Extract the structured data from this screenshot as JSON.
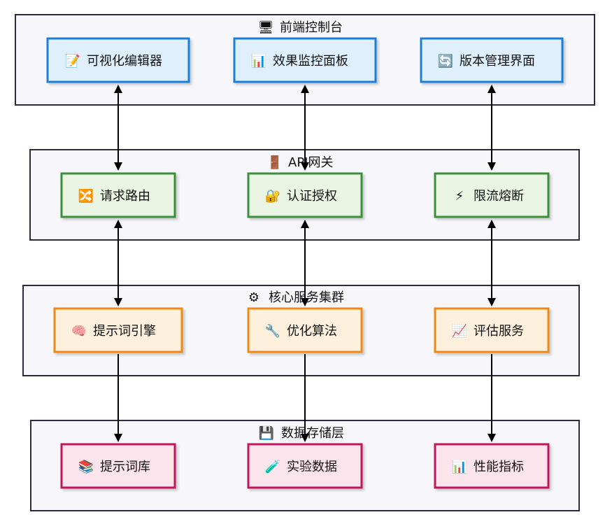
{
  "diagram": {
    "layers": [
      {
        "icon": "🖥",
        "title": "前端控制台",
        "colors": {
          "fill": "#dff0fc",
          "stroke": "#1f7fd6"
        },
        "nodes": [
          {
            "icon": "📝",
            "label": "可视化编辑器"
          },
          {
            "icon": "📊",
            "label": "效果监控面板"
          },
          {
            "icon": "🔄",
            "label": "版本管理界面"
          }
        ]
      },
      {
        "icon": "🚪",
        "title": "API网关",
        "colors": {
          "fill": "#eaf5e4",
          "stroke": "#3a8f3a"
        },
        "nodes": [
          {
            "icon": "🔀",
            "label": "请求路由"
          },
          {
            "icon": "🔐",
            "label": "认证授权"
          },
          {
            "icon": "⚡",
            "label": "限流熔断"
          }
        ]
      },
      {
        "icon": "⚙",
        "title": "核心服务集群",
        "colors": {
          "fill": "#fdf1dd",
          "stroke": "#f08a15"
        },
        "nodes": [
          {
            "icon": "🧠",
            "label": "提示词引擎"
          },
          {
            "icon": "🔧",
            "label": "优化算法"
          },
          {
            "icon": "📈",
            "label": "评估服务"
          }
        ]
      },
      {
        "icon": "💾",
        "title": "数据存储层",
        "colors": {
          "fill": "#fbe4ec",
          "stroke": "#c2185b"
        },
        "nodes": [
          {
            "icon": "📚",
            "label": "提示词库"
          },
          {
            "icon": "🧪",
            "label": "实验数据"
          },
          {
            "icon": "📊",
            "label": "性能指标"
          }
        ]
      }
    ],
    "container_colors": {
      "fill": "#f7f7fb",
      "stroke": "#2b2b3a"
    },
    "edges": [
      {
        "from": "可视化编辑器",
        "to": "请求路由",
        "bidirectional": true
      },
      {
        "from": "效果监控面板",
        "to": "认证授权",
        "bidirectional": true
      },
      {
        "from": "版本管理界面",
        "to": "限流熔断",
        "bidirectional": true
      },
      {
        "from": "请求路由",
        "to": "提示词引擎",
        "bidirectional": true
      },
      {
        "from": "认证授权",
        "to": "优化算法",
        "bidirectional": true
      },
      {
        "from": "限流熔断",
        "to": "评估服务",
        "bidirectional": true
      },
      {
        "from": "提示词引擎",
        "to": "提示词库",
        "bidirectional": false
      },
      {
        "from": "优化算法",
        "to": "实验数据",
        "bidirectional": false
      },
      {
        "from": "评估服务",
        "to": "性能指标",
        "bidirectional": false
      }
    ]
  }
}
